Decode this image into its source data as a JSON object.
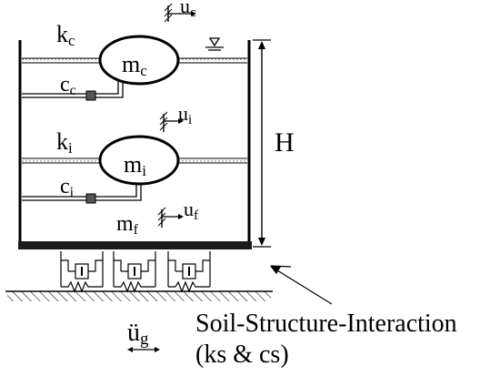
{
  "labels": {
    "kc": {
      "main": "k",
      "sub": "c"
    },
    "ki": {
      "main": "k",
      "sub": "i"
    },
    "mc": {
      "main": "m",
      "sub": "c"
    },
    "mi": {
      "main": "m",
      "sub": "i"
    },
    "mf": {
      "main": "m",
      "sub": "f"
    },
    "cc": {
      "main": "c",
      "sub": "c"
    },
    "ci": {
      "main": "c",
      "sub": "i"
    },
    "uc": {
      "main": "u",
      "sub": "c"
    },
    "ui": {
      "main": "u",
      "sub": "i"
    },
    "uf": {
      "main": "u",
      "sub": "f"
    },
    "height": "H",
    "ground_accel": {
      "main": "ü",
      "sub": "g"
    },
    "ssi_title": "Soil-Structure-Interaction",
    "ssi_params": "(ks & cs)"
  },
  "icons": {
    "free_surface": "water-level-triangle-icon",
    "ground": "hatched-ground-icon"
  }
}
